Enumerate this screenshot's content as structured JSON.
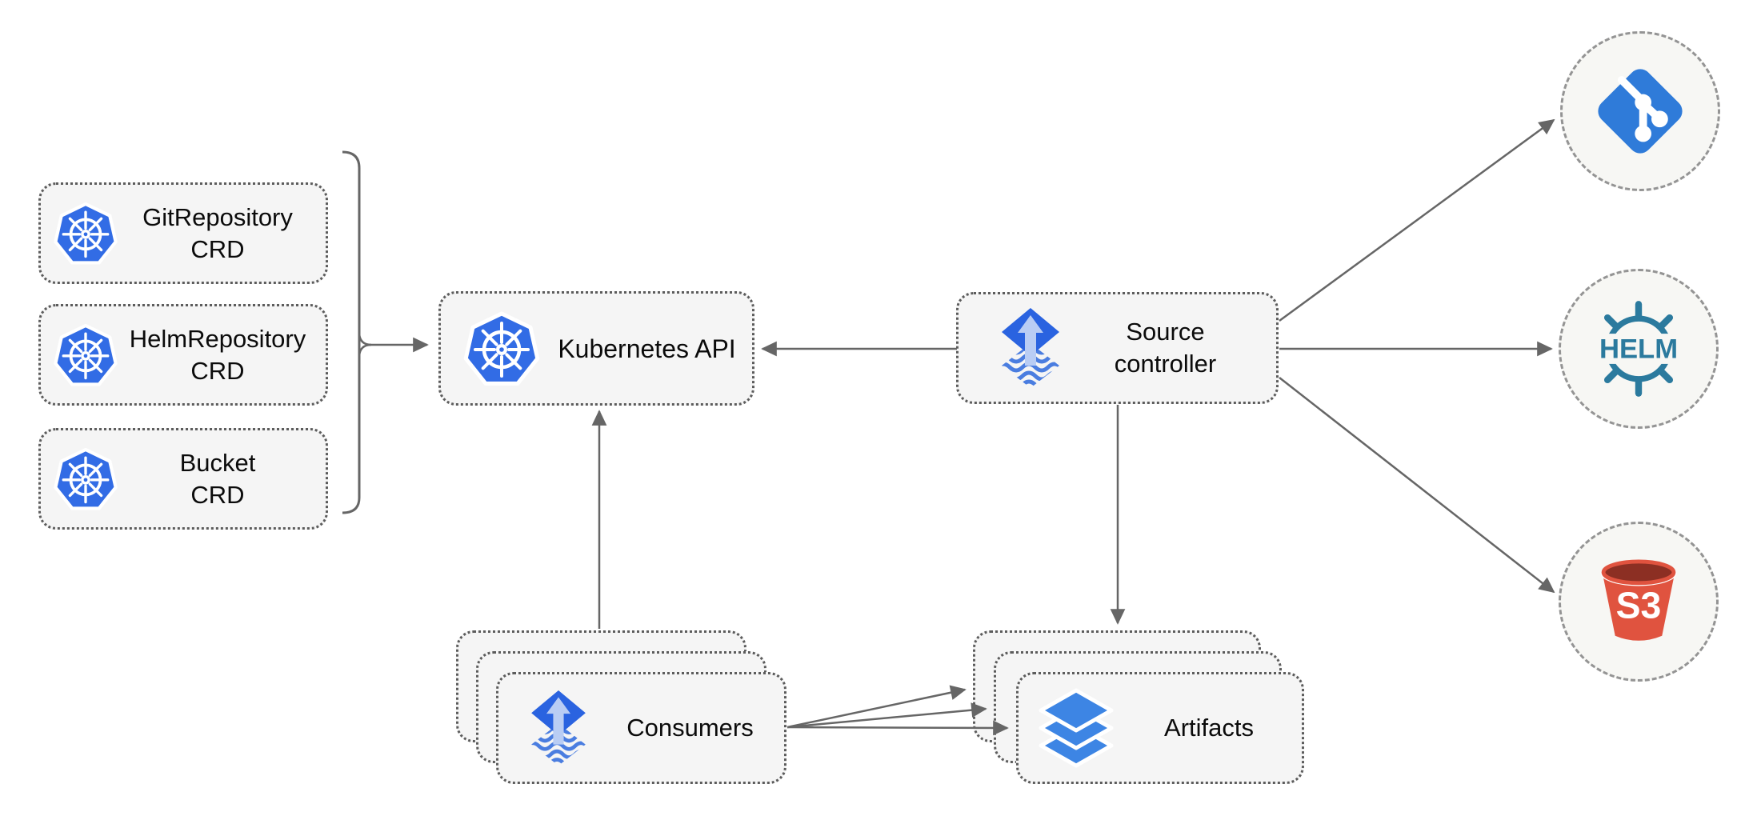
{
  "diagram": {
    "crd_boxes": [
      {
        "line1": "GitRepository",
        "line2": "CRD",
        "icon": "kubernetes-icon"
      },
      {
        "line1": "HelmRepository",
        "line2": "CRD",
        "icon": "kubernetes-icon"
      },
      {
        "line1": "Bucket",
        "line2": "CRD",
        "icon": "kubernetes-icon"
      }
    ],
    "kubernetes_api": {
      "label": "Kubernetes API",
      "icon": "kubernetes-icon"
    },
    "source_controller": {
      "line1": "Source",
      "line2": "controller",
      "icon": "flux-icon"
    },
    "consumers": {
      "label": "Consumers",
      "icon": "flux-icon"
    },
    "artifacts": {
      "label": "Artifacts",
      "icon": "layers-icon"
    },
    "external_sources": {
      "git": {
        "icon": "git-icon"
      },
      "helm": {
        "icon": "helm-icon",
        "label": "HELM"
      },
      "s3": {
        "icon": "s3-bucket-icon",
        "label": "S3"
      }
    },
    "colors": {
      "kubernetes_blue": "#326ce5",
      "flux_blue": "#2a63e0",
      "flux_arrow_light": "#b9cdf4",
      "flux_wave_blue": "#4a7de0",
      "git_blue": "#2f7bd9",
      "helm_teal": "#2b7a9e",
      "s3_red": "#e0533f",
      "s3_dark_red": "#8c2f23",
      "layers_blue": "#3d85e4",
      "edge_gray": "#666666",
      "node_fill": "#f5f5f5",
      "circle_fill": "#f7f7f4"
    }
  }
}
